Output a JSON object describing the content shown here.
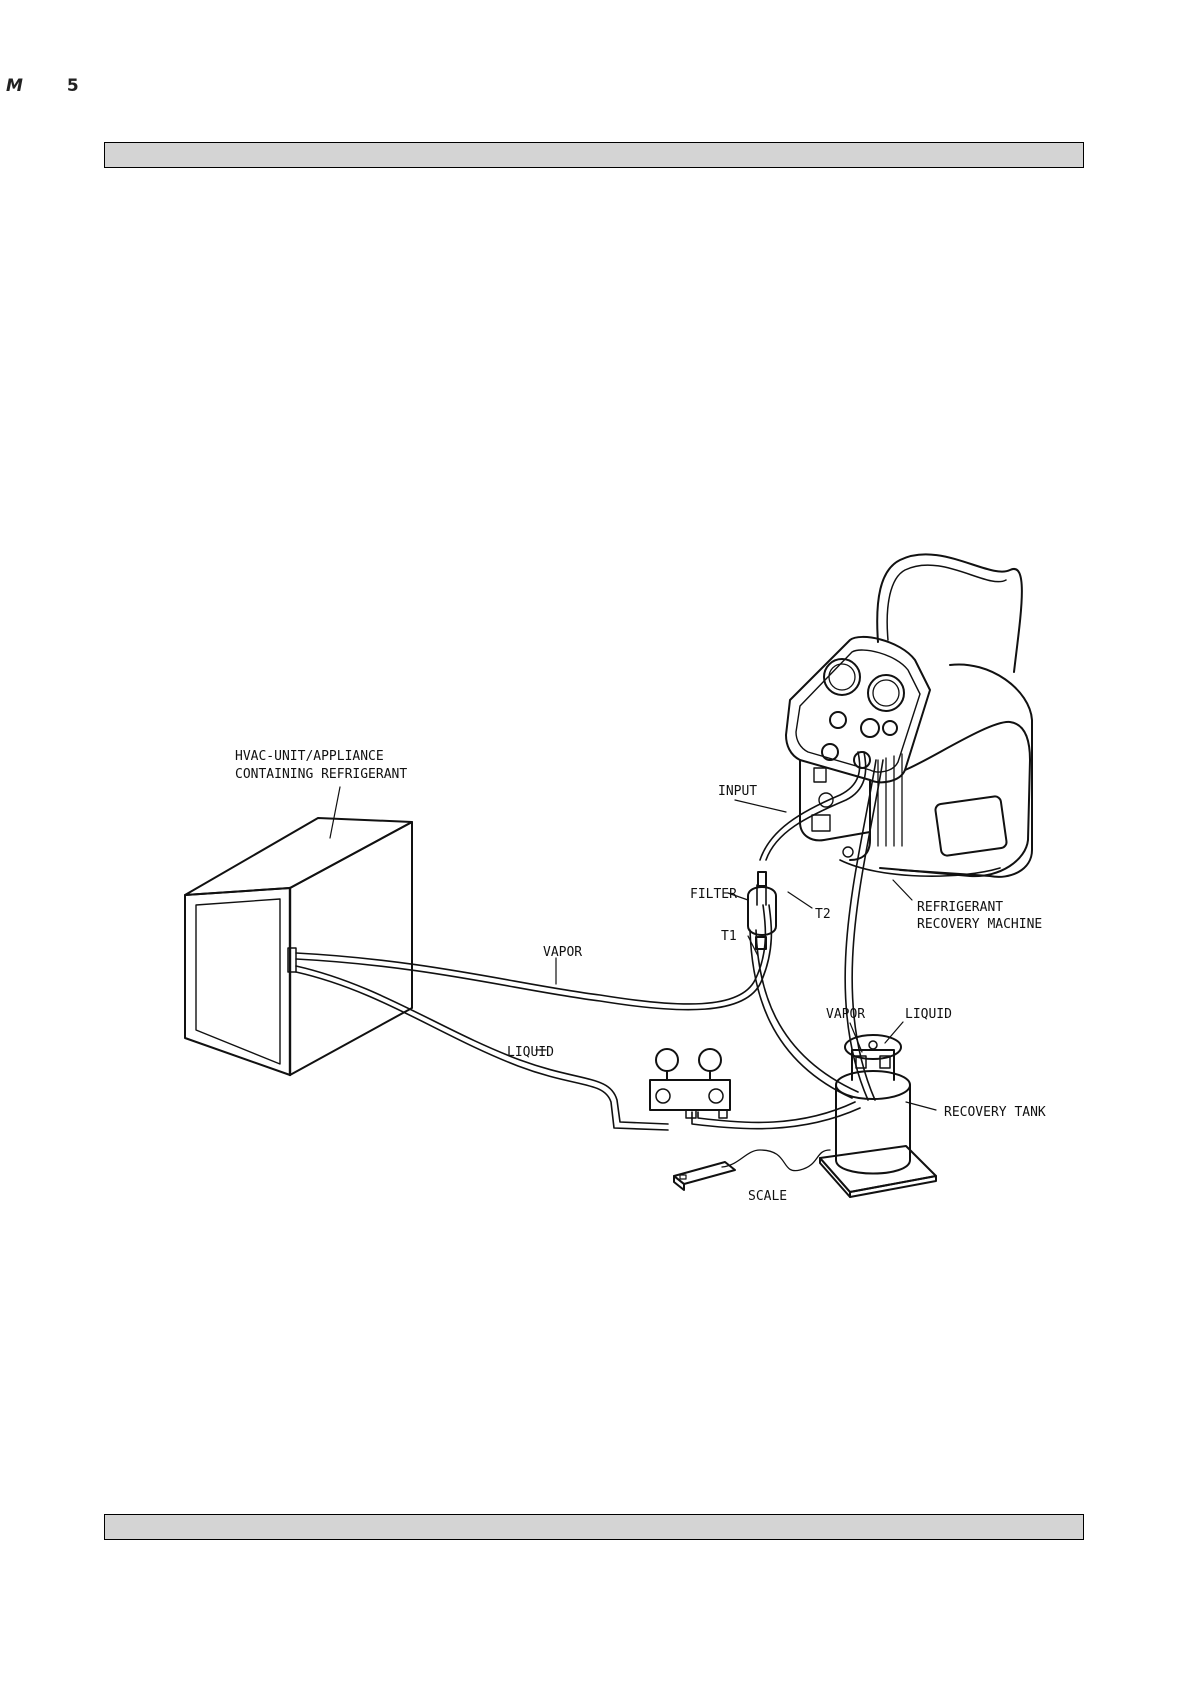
{
  "header": {
    "mark_left": "M",
    "mark_right": "5"
  },
  "labels": {
    "hvac_line1": "HVAC-UNIT/APPLIANCE",
    "hvac_line2": "CONTAINING REFRIGERANT",
    "input": "INPUT",
    "filter": "FILTER",
    "t2": "T2",
    "t1": "T1",
    "machine_line1": "REFRIGERANT",
    "machine_line2": "RECOVERY MACHINE",
    "vapor_line": "VAPOR",
    "liquid_line": "LIQUID",
    "tank_vapor": "VAPOR",
    "tank_liquid": "LIQUID",
    "recovery_tank": "RECOVERY TANK",
    "scale": "SCALE"
  }
}
